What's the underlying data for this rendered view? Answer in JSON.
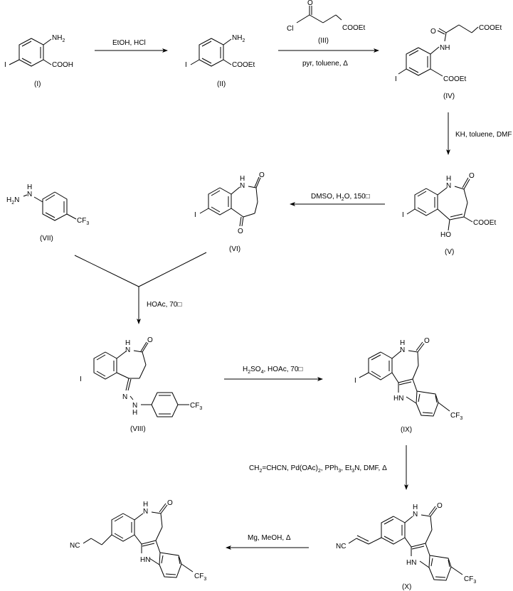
{
  "title": "Synthesis scheme of 9-(2-cyanoethyl)-2-trifluoromethyl indolobenzazepinone",
  "compounds": [
    {
      "id": "I",
      "label": "(I)",
      "groups": [
        "NH2",
        "COOH",
        "I"
      ]
    },
    {
      "id": "II",
      "label": "(II)",
      "groups": [
        "NH2",
        "COOEt",
        "I"
      ]
    },
    {
      "id": "III",
      "label": "(III)",
      "groups": [
        "O",
        "Cl",
        "COOEt"
      ]
    },
    {
      "id": "IV",
      "label": "(IV)",
      "groups": [
        "O",
        "COOEt",
        "NH",
        "COOEt",
        "I"
      ]
    },
    {
      "id": "V",
      "label": "(V)",
      "groups": [
        "H",
        "N",
        "O",
        "I",
        "HO",
        "COOEt"
      ]
    },
    {
      "id": "VI",
      "label": "(VI)",
      "groups": [
        "H",
        "N",
        "O",
        "I",
        "O"
      ]
    },
    {
      "id": "VII",
      "label": "(VII)",
      "groups": [
        "H2N",
        "H",
        "N",
        "CF3"
      ]
    },
    {
      "id": "VIII",
      "label": "(VIII)",
      "groups": [
        "H",
        "N",
        "O",
        "I",
        "N",
        "N",
        "H",
        "CF3"
      ]
    },
    {
      "id": "IX",
      "label": "(IX)",
      "groups": [
        "H",
        "N",
        "O",
        "I",
        "HN",
        "CF3"
      ]
    },
    {
      "id": "X",
      "label": "(X)",
      "groups": [
        "H",
        "N",
        "O",
        "NC",
        "HN",
        "CF3"
      ]
    },
    {
      "id": "XI",
      "label": "",
      "groups": [
        "H",
        "N",
        "O",
        "NC",
        "HN",
        "CF3"
      ]
    }
  ],
  "reactions": [
    {
      "from": "I",
      "to": "II",
      "conditions_above": "EtOH, HCl",
      "conditions_below": ""
    },
    {
      "from": "II",
      "to": "IV",
      "conditions_above": "(III)",
      "conditions_below": "pyr, toluene, Δ"
    },
    {
      "from": "IV",
      "to": "V",
      "conditions": "KH, toluene, DMF"
    },
    {
      "from": "V",
      "to": "VI",
      "conditions": "DMSO, H₂O, 150□"
    },
    {
      "from": "VI+VII",
      "to": "VIII",
      "conditions": "HOAc, 70□"
    },
    {
      "from": "VIII",
      "to": "IX",
      "conditions": "H₂SO₄, HOAc, 70□"
    },
    {
      "from": "IX",
      "to": "X",
      "conditions": "CH₂=CHCN, Pd(OAc)₂, PPh₃, Et₃N, DMF, Δ"
    },
    {
      "from": "X",
      "to": "XI",
      "conditions": "Mg, MeOH, Δ"
    }
  ],
  "text": {
    "NH2": "NH",
    "sub2": "2",
    "COOH": "COOH",
    "COOEt": "COOEt",
    "I": "I",
    "O": "O",
    "Cl": "Cl",
    "NH": "NH",
    "H": "H",
    "N": "N",
    "HO": "HO",
    "H2N_H": "H",
    "H2N_N": "N",
    "CF": "CF",
    "sub3": "3",
    "HN": "HN",
    "NC": "NC",
    "lbl_I": "(I)",
    "lbl_II": "(II)",
    "lbl_III": "(III)",
    "lbl_IV": "(IV)",
    "lbl_V": "(V)",
    "lbl_VI": "(VI)",
    "lbl_VII": "(VII)",
    "lbl_VIII": "(VIII)",
    "lbl_IX": "(IX)",
    "lbl_X": "(X)",
    "r1": "EtOH, HCl",
    "r2": "pyr, toluene, Δ",
    "r3": "KH, toluene, DMF",
    "r4a": "DMSO, H",
    "r4b": "2",
    "r4c": "O, 150□",
    "r5": "HOAc, 70□",
    "r6a": "H",
    "r6b": "2",
    "r6c": "SO",
    "r6d": "4",
    "r6e": ", HOAc, 70□",
    "r7a": "CH",
    "r7b": "2",
    "r7c": "=CHCN, Pd(OAc)",
    "r7d": "2",
    "r7e": ", PPh",
    "r7f": "3",
    "r7g": ", Et",
    "r7h": "3",
    "r7i": "N, DMF, Δ",
    "r8": "Mg, MeOH, Δ"
  }
}
